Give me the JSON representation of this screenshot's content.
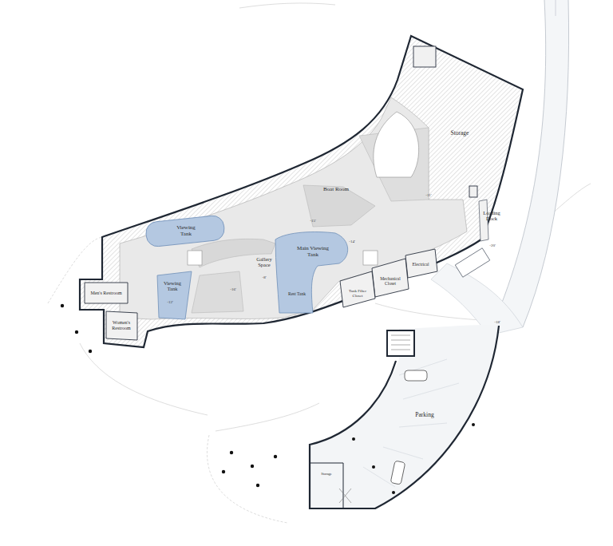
{
  "diagram": {
    "nodes": [
      {
        "text": [
          "Storage"
        ]
      },
      {
        "text": [
          "Boat Room"
        ]
      },
      {
        "text": [
          "Loading Dock"
        ]
      },
      {
        "text": [
          "Viewing Tank"
        ]
      },
      {
        "text": [
          "Gallery Space"
        ]
      },
      {
        "text": [
          "Main Viewing Tank"
        ]
      },
      {
        "text": [
          "Electrical"
        ]
      },
      {
        "text": [
          "Mechanical Closet"
        ]
      },
      {
        "text": [
          "Tank Filter Closet"
        ]
      },
      {
        "text": [
          "Rest Tank"
        ]
      },
      {
        "text": [
          "Viewing Tank"
        ]
      },
      {
        "text": [
          "Men's Restroom"
        ]
      },
      {
        "text": [
          "Women's Restroom"
        ]
      },
      {
        "text": [
          "Parking"
        ]
      },
      {
        "text": [
          "Storage"
        ],
        "in": 13
      }
    ],
    "labels": [
      "-11'",
      "-15'",
      "-20'",
      "-8'",
      "-14'",
      "-12'",
      "-16'",
      "-18'"
    ]
  }
}
